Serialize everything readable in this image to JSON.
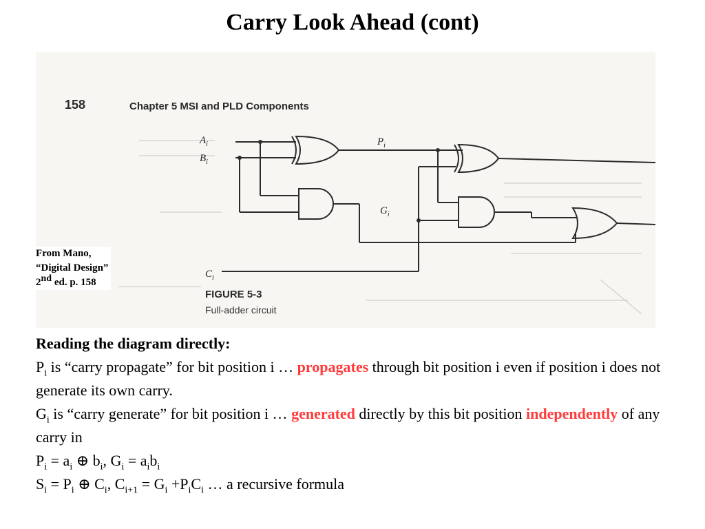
{
  "title": "Carry Look Ahead (cont)",
  "figure": {
    "book_page": "158",
    "book_chapter": "Chapter 5   MSI and PLD Components",
    "signals": {
      "a": {
        "main": "A",
        "sub": "i"
      },
      "b": {
        "main": "B",
        "sub": "i"
      },
      "p": {
        "main": "P",
        "sub": "i"
      },
      "g": {
        "main": "G",
        "sub": "i"
      },
      "c": {
        "main": "C",
        "sub": "i"
      }
    },
    "figure_title": "FIGURE 5-3",
    "figure_caption": "Full-adder circuit"
  },
  "source": {
    "line1": "From Mano,",
    "line2": "“Digital Design”",
    "line3_pre": "2",
    "line3_sup": "nd",
    "line3_post": " ed. p. 158"
  },
  "text": {
    "heading": "Reading the diagram directly:",
    "p_line": {
      "sym": "P",
      "sub": "i",
      "part1": " is “carry propagate” for bit position i … ",
      "highlight": "propagates",
      "part2": " through bit position i even if position i does not generate its own carry."
    },
    "g_line": {
      "sym": "G",
      "sub": "i",
      "part1": " is “carry generate” for bit position i … ",
      "highlight1": "generated",
      "part2": " directly by this bit position ",
      "highlight2": "independently",
      "part3": " of any carry in"
    },
    "formula1": {
      "p": "P",
      "i": "i",
      "eq_a": " = a",
      "xor": " ⊕ b",
      "comma": ",  G",
      "eq_ab": " = a",
      "b": "b"
    },
    "formula2": {
      "s": "S",
      "i": "i",
      "eq_p": " = P",
      "xor_c": " ⊕ C",
      "comma": ",  C",
      "i1": "i+1",
      "eq_g": " = G",
      "plus_p": " +P",
      "c": "C",
      "tail": "  … a recursive formula"
    }
  }
}
